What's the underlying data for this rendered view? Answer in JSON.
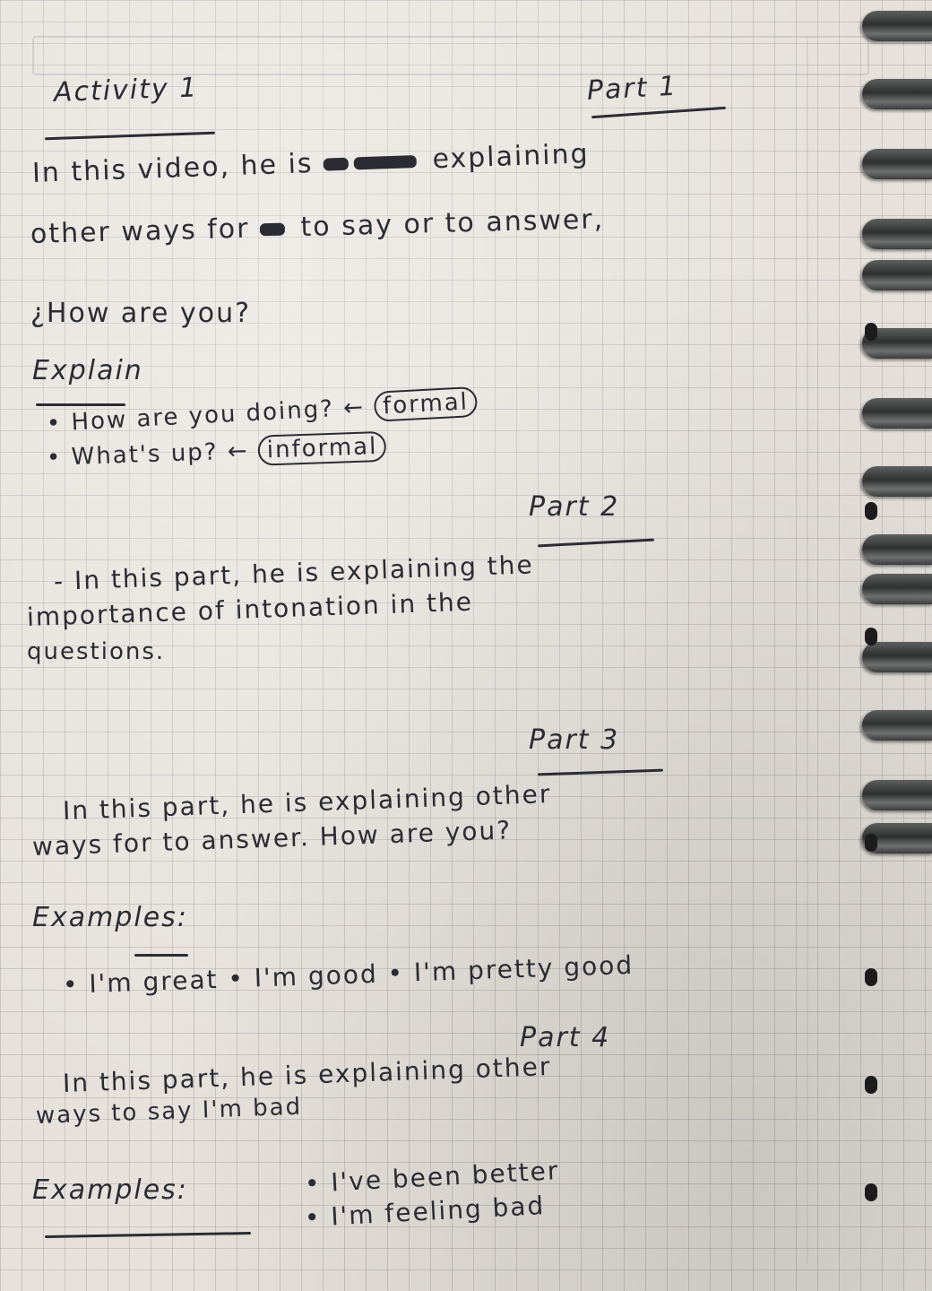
{
  "notes": {
    "activity_title": "Activity 1",
    "part1": {
      "heading": "Part 1",
      "line1_start": "In this video, he is",
      "line1_end": "explaining",
      "line2_start": "other ways for",
      "line2_end": "to say or to answer,",
      "line3": "¿How are you?",
      "explain_label": "Explain",
      "item1": "How are you doing?",
      "item1_tag": "formal",
      "item2": "What's up?",
      "item2_tag": "informal"
    },
    "part2": {
      "heading": "Part 2",
      "line1": "- In this part, he is explaining the",
      "line2": "importance of intonation in the",
      "line3": "questions."
    },
    "part3": {
      "heading": "Part 3",
      "line1": "In this part, he is explaining other",
      "line2": "ways for to answer. How are you?",
      "examples_label": "Examples:",
      "examples": "• I'm great • I'm good • I'm pretty good"
    },
    "part4": {
      "heading": "Part 4",
      "line1": "In this part, he is explaining other",
      "line2": "ways to say I'm bad",
      "examples_label": "Examples:",
      "example1": "• I've been better",
      "example2": "• I'm feeling bad"
    }
  }
}
